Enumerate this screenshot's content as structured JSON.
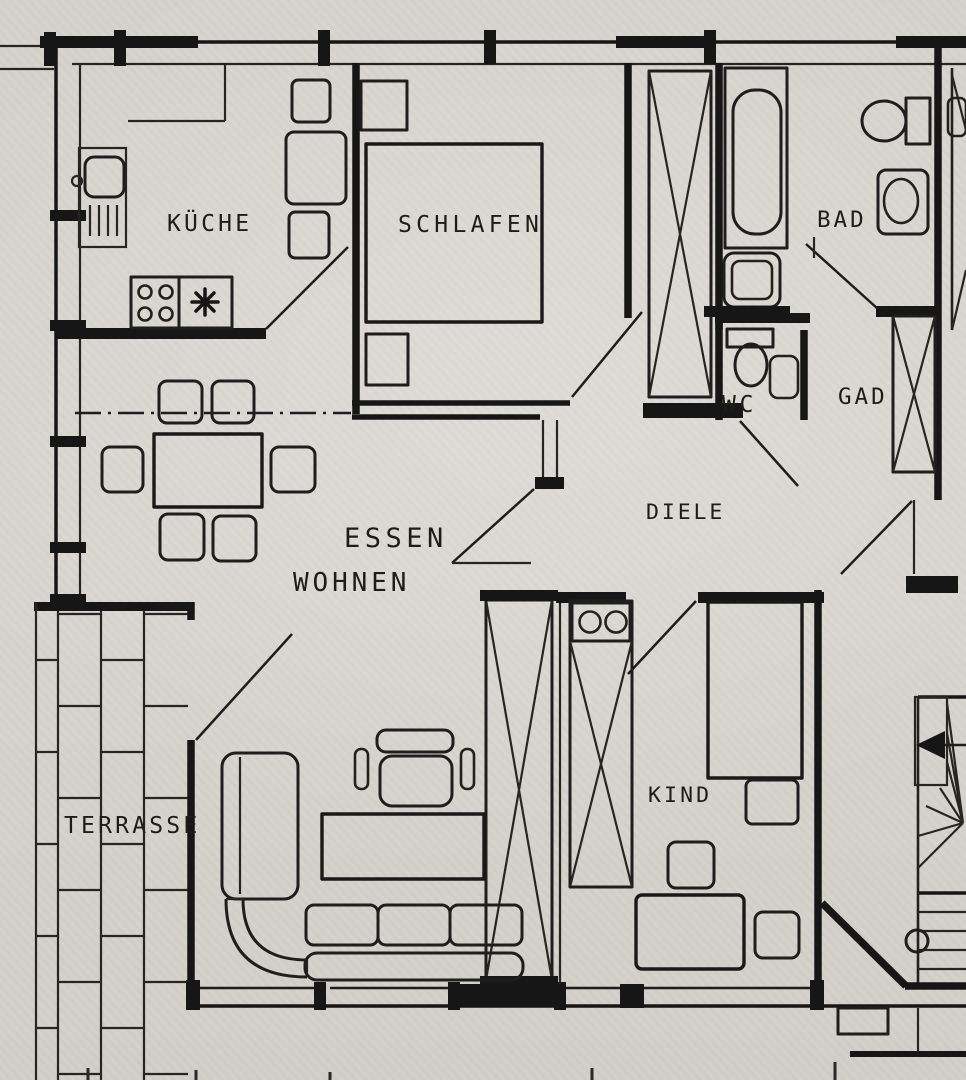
{
  "colors": {
    "paper": "#d7d4ce",
    "ink": "#161616"
  },
  "rooms": [
    {
      "id": "kueche",
      "label": "KÜCHE"
    },
    {
      "id": "schlafen",
      "label": "SCHLAFEN"
    },
    {
      "id": "bad",
      "label": "BAD"
    },
    {
      "id": "wc",
      "label": "WC"
    },
    {
      "id": "gad",
      "label": "GAD"
    },
    {
      "id": "diele",
      "label": "DIELE"
    },
    {
      "id": "essen",
      "label": "ESSEN"
    },
    {
      "id": "wohnen",
      "label": "WOHNEN"
    },
    {
      "id": "terrasse",
      "label": "TERRASSE"
    },
    {
      "id": "kind",
      "label": "KIND"
    }
  ],
  "symbols": [
    "double-bed",
    "nightstand",
    "wardrobe-x",
    "dining-table",
    "chair",
    "corner-sofa",
    "sofa",
    "armchair",
    "coffee-table",
    "kitchen-sink",
    "stove-4-burners",
    "dishwasher-star",
    "bathtub",
    "washbasin",
    "toilet",
    "desk",
    "child-bed",
    "winding-staircase",
    "stair-direction-arrow",
    "terrace-paving"
  ]
}
